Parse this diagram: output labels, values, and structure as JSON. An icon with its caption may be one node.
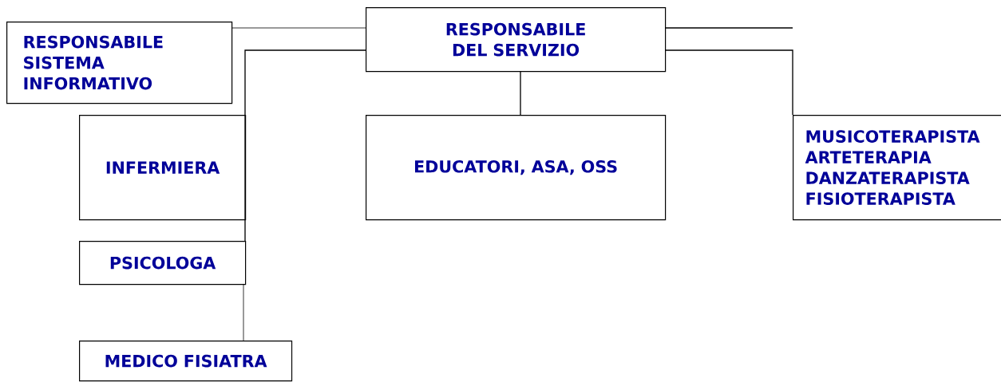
{
  "diagram": {
    "nodes": [
      {
        "text": [
          "RESPONSABILE DEL SERVIZIO"
        ]
      },
      {
        "text": [
          "RESPONSABILE SISTEMA INFORMATIVO"
        ]
      },
      {
        "text": [
          "INFERMIERA"
        ]
      },
      {
        "text": [
          "EDUCATORI, ASA, OSS"
        ]
      },
      {
        "text": [
          "MUSICOTERAPISTA ARTETERAPIA DANZATERAPISTA FISIOTERAPISTA"
        ]
      },
      {
        "text": [
          "PSICOLOGA"
        ]
      },
      {
        "text": [
          "MEDICO FISIATRA"
        ]
      }
    ],
    "edges": [
      {
        "from": 0,
        "to": 1,
        "arrow": "none"
      },
      {
        "from": 0,
        "to": 2,
        "arrow": "none"
      },
      {
        "from": 0,
        "to": 5,
        "arrow": "none"
      },
      {
        "from": 0,
        "to": 3,
        "arrow": "none"
      },
      {
        "from": 0,
        "to": 4,
        "arrow": "none"
      },
      {
        "from": 0,
        "to": null,
        "arrow": "none"
      },
      {
        "from": 5,
        "to": 6,
        "arrow": "none"
      }
    ]
  }
}
